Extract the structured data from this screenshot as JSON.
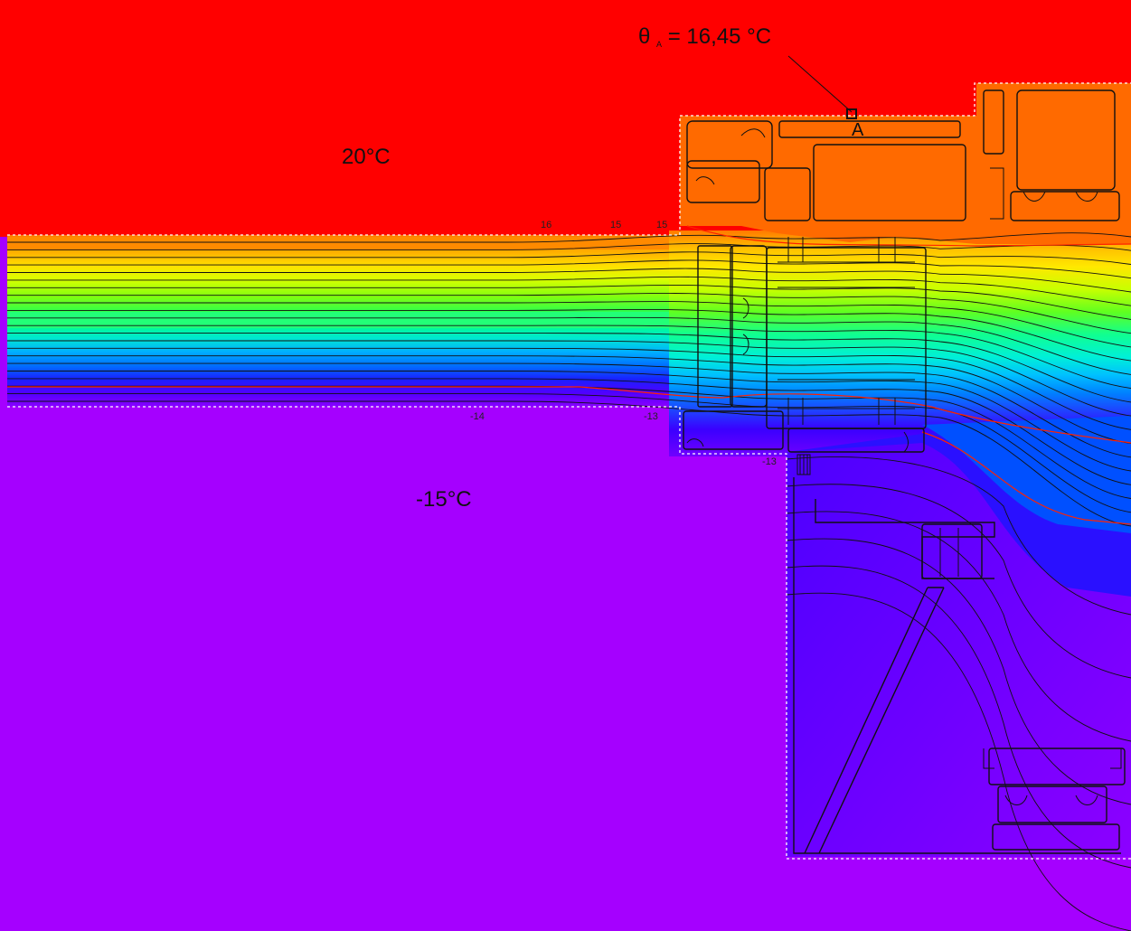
{
  "annotations": {
    "interior_temp": "20°C",
    "exterior_temp": "-15°C",
    "point_reading_symbol": "θ",
    "point_reading_subscript": "A",
    "point_reading_value": "= 16,45 °C",
    "point_marker": "A"
  },
  "isotherm_labels": [
    "16",
    "15",
    "15",
    "-14",
    "-13",
    "-13"
  ],
  "colors": {
    "interior_air": "#ff0000",
    "exterior_air": "#a500ff",
    "frame_warm": "#ff6a00",
    "isotherm_highlight": "#ff2200",
    "boundary_dash": "#ffffff"
  },
  "color_scale": [
    "#ff6a00",
    "#ff9a00",
    "#ffd400",
    "#f0ff00",
    "#a8ff00",
    "#44ff33",
    "#00ff88",
    "#00f0cc",
    "#00c8ff",
    "#0090ff",
    "#0050ff",
    "#2a00ff",
    "#5a00ff",
    "#8000ff",
    "#a500ff"
  ]
}
